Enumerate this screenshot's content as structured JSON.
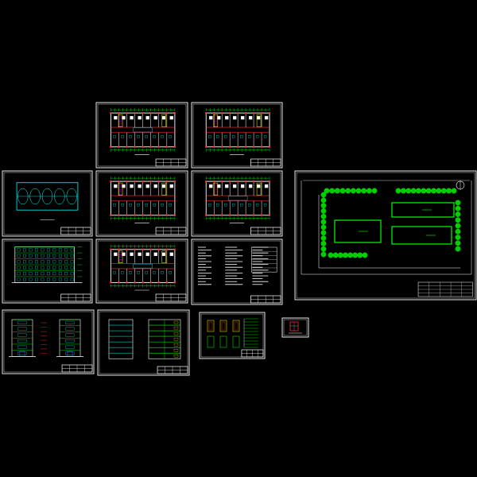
{
  "colors": {
    "background": "#000000",
    "frame": "#ffffff",
    "wall": "#00ff00",
    "accent_red": "#ff3030",
    "accent_yellow": "#ffff00",
    "accent_cyan": "#00ffff",
    "accent_magenta": "#ff00ff",
    "tree_green": "#00cc00"
  },
  "sheets": [
    {
      "id": "floor-plan-1",
      "kind": "floor-plan"
    },
    {
      "id": "floor-plan-2",
      "kind": "floor-plan"
    },
    {
      "id": "roof-plan",
      "kind": "roof-plan"
    },
    {
      "id": "floor-plan-3",
      "kind": "floor-plan"
    },
    {
      "id": "floor-plan-4",
      "kind": "floor-plan"
    },
    {
      "id": "front-elevation",
      "kind": "elevation"
    },
    {
      "id": "floor-plan-5",
      "kind": "floor-plan"
    },
    {
      "id": "design-notes",
      "kind": "notes"
    },
    {
      "id": "site-plan",
      "kind": "site-plan"
    },
    {
      "id": "side-elevations",
      "kind": "side-elevation"
    },
    {
      "id": "section-drawings",
      "kind": "section"
    },
    {
      "id": "detail-drawings",
      "kind": "detail"
    },
    {
      "id": "small-detail",
      "kind": "detail-small"
    }
  ]
}
